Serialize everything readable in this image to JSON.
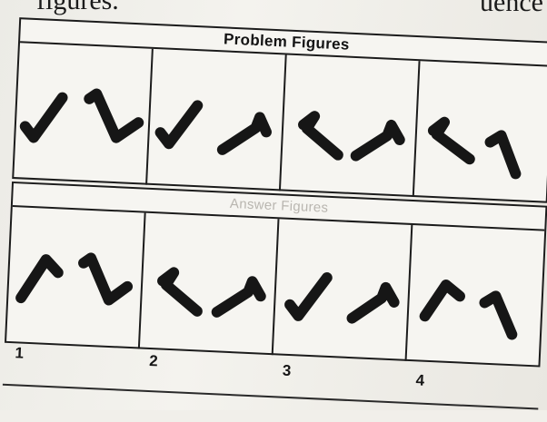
{
  "top_text": {
    "left": "figures.",
    "right": "uence"
  },
  "problem": {
    "title": "Problem Figures",
    "cells": [
      {
        "name": "problem-figure-1"
      },
      {
        "name": "problem-figure-2"
      },
      {
        "name": "problem-figure-3"
      },
      {
        "name": "problem-figure-4"
      }
    ]
  },
  "answer": {
    "title": "Answer Figures",
    "cells": [
      {
        "name": "answer-figure-1",
        "label": "1"
      },
      {
        "name": "answer-figure-2",
        "label": "2"
      },
      {
        "name": "answer-figure-3",
        "label": "3"
      },
      {
        "name": "answer-figure-4",
        "label": "4"
      }
    ]
  },
  "colors": {
    "ink": "#161616",
    "paper": "#f6f5f1",
    "faded_title": "#b9b6b0"
  }
}
